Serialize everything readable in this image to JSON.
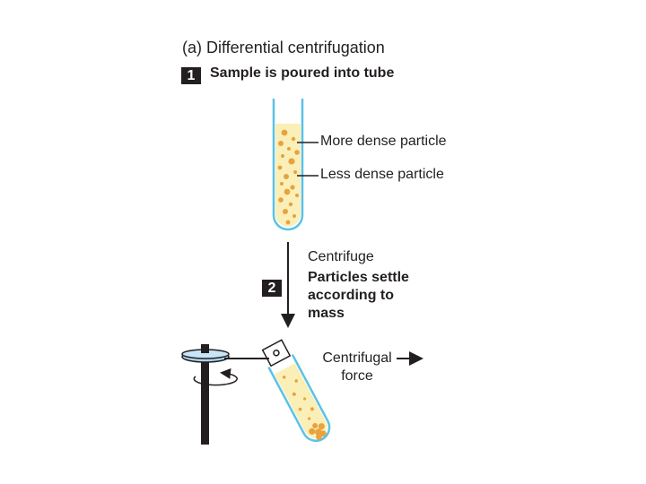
{
  "figure": {
    "title": "(a) Differential centrifugation",
    "step1": {
      "number": "1",
      "text": "Sample is poured into tube"
    },
    "labels": {
      "more_dense": "More dense particle",
      "less_dense": "Less dense particle"
    },
    "step2": {
      "number": "2",
      "action": "Centrifuge",
      "text": "Particles settle according to mass"
    },
    "force_label": "Centrifugal force"
  },
  "colors": {
    "tube_outline": "#5bc2e7",
    "liquid": "#fbefb8",
    "particle": "#e8a33d",
    "ink": "#231f20",
    "platter": "#a9d4ef"
  }
}
